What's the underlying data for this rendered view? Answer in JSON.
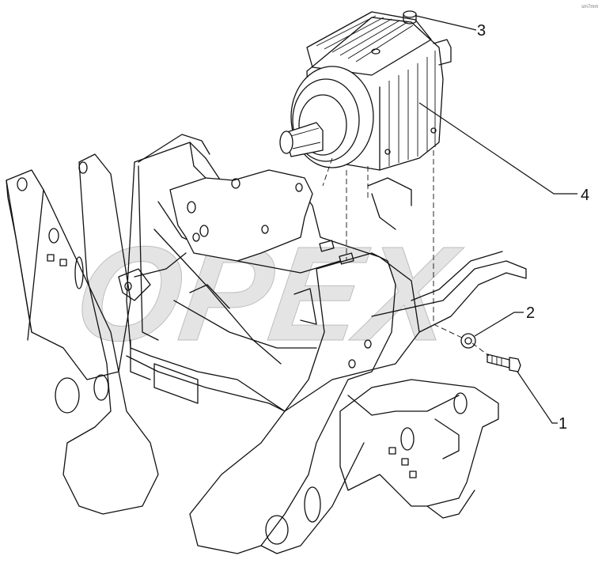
{
  "diagram": {
    "watermark": "OPEX",
    "corner_mark": "sm7mm",
    "callouts": [
      {
        "id": "1",
        "label": "1"
      },
      {
        "id": "2",
        "label": "2"
      },
      {
        "id": "3",
        "label": "3"
      },
      {
        "id": "4",
        "label": "4"
      }
    ]
  }
}
